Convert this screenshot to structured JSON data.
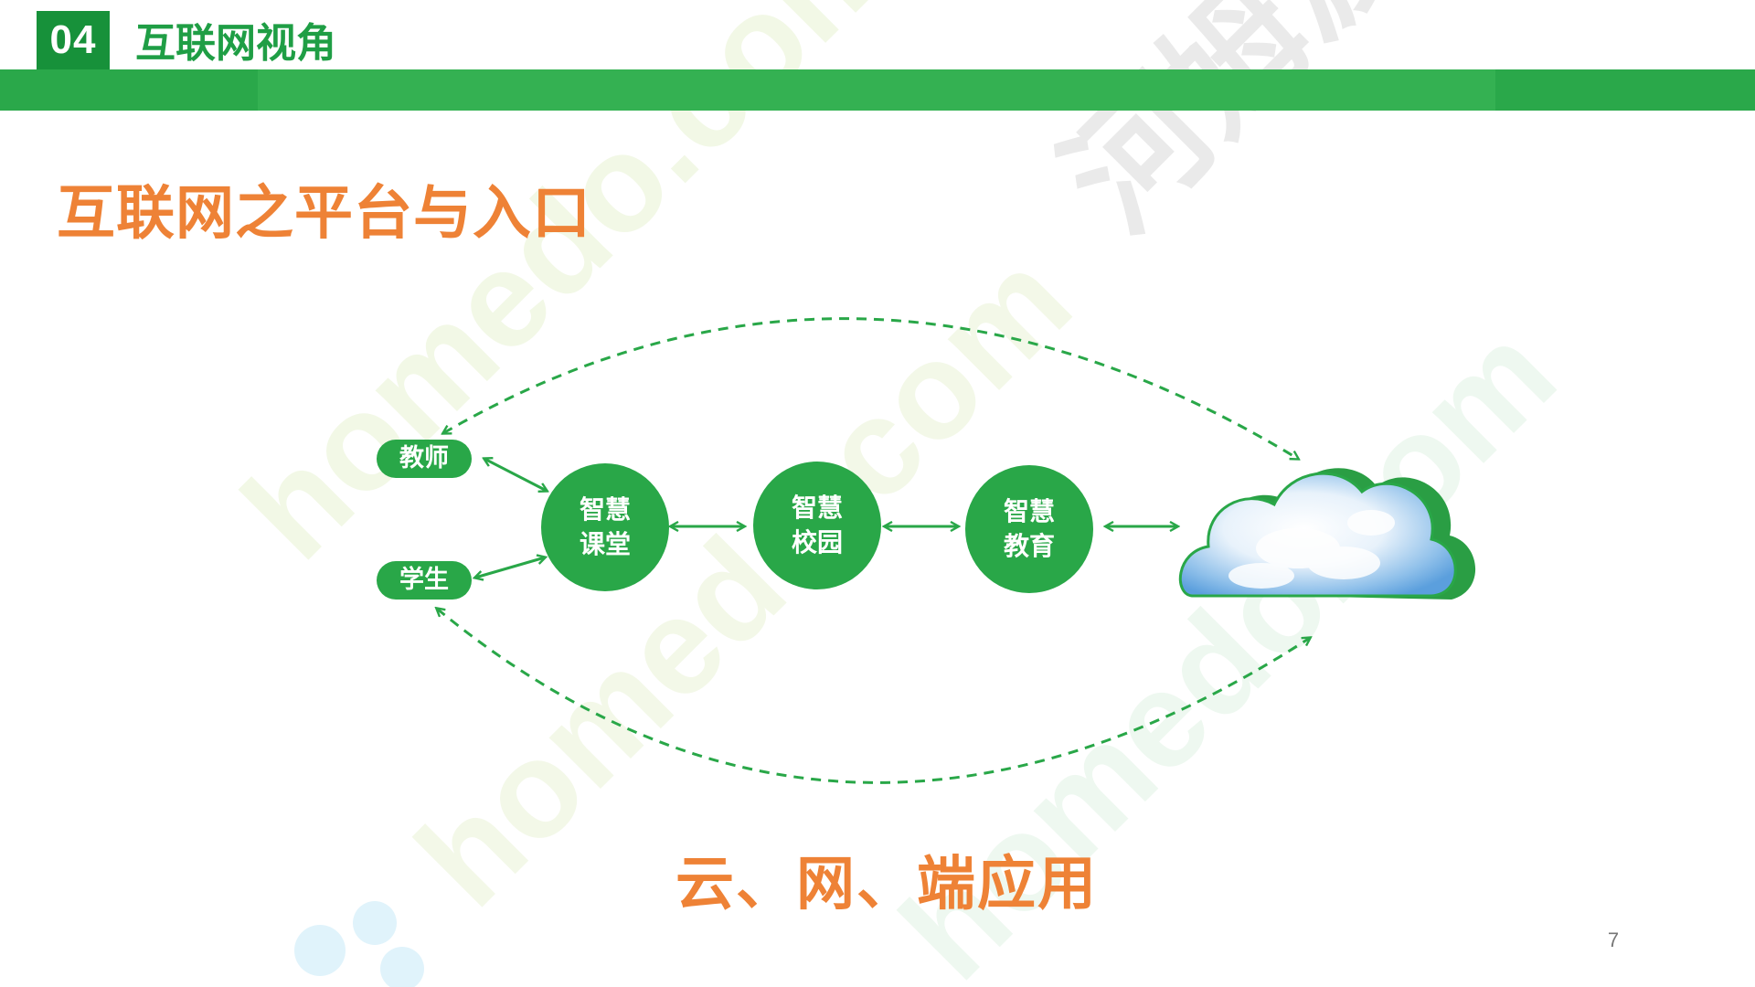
{
  "header": {
    "section_number": "04",
    "section_title": "互联网视角"
  },
  "title": "互联网之平台与入口",
  "diagram": {
    "nodes": {
      "teacher": "教师",
      "student": "学生",
      "smart_classroom": {
        "line1": "智慧",
        "line2": "课堂"
      },
      "smart_campus": {
        "line1": "智慧",
        "line2": "校园"
      },
      "smart_education": {
        "line1": "智慧",
        "line2": "教育"
      }
    },
    "cloud_icon": "cloud-icon"
  },
  "caption": "云、网、端应用",
  "page_number": "7",
  "colors": {
    "green": "#29a748",
    "dark_green": "#17913a",
    "orange": "#ee8236"
  }
}
